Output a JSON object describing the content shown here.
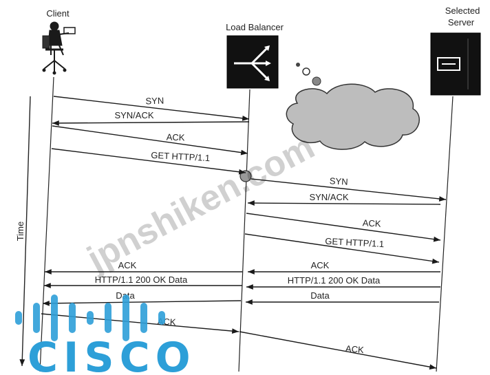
{
  "actors": {
    "client": "Client",
    "load_balancer": "Load Balancer",
    "server_line1": "Selected",
    "server_line2": "Server"
  },
  "time_label": "Time",
  "messages": [
    "SYN",
    "SYN/ACK",
    "ACK",
    "GET HTTP/1.1",
    "SYN",
    "SYN/ACK",
    "ACK",
    "GET HTTP/1.1",
    "ACK",
    "ACK",
    "HTTP/1.1 200 OK Data",
    "HTTP/1.1 200 OK Data",
    "Data",
    "Data",
    "ACK",
    "ACK"
  ],
  "watermark": "jpnshiken.com",
  "logo": {
    "text": "CISCO",
    "color": "#2d9fd8"
  }
}
